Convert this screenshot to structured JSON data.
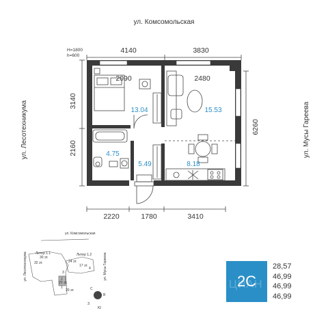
{
  "streets": {
    "top": "ул. Комсомольская",
    "left": "ул. Лесотехникума",
    "right": "ул. Мусы Гареева"
  },
  "dimensions": {
    "top_left": "4140",
    "top_right": "3830",
    "bottom_1": "2220",
    "bottom_2": "1780",
    "bottom_3": "3410",
    "left_1": "3140",
    "left_2": "2160",
    "right": "6260",
    "inner_bedroom": "2090",
    "inner_living": "2480"
  },
  "window_note": {
    "line1": "H=1800",
    "line2": "h=600"
  },
  "rooms": {
    "bedroom": "13.04",
    "living": "15.53",
    "bathroom": "4.75",
    "hall": "5.49",
    "kitchen": "8.18"
  },
  "minimap": {
    "street_top": "ул. Комсомольская",
    "street_left": "ул. Лесотехникума",
    "street_right": "ул. Мусы Гареева",
    "labels": [
      "Литер 1.1",
      "Литер 1.2",
      "30 эт.",
      "32 эт.",
      "24 эт.",
      "17 эт.",
      "3",
      "4",
      "2",
      "20 эт.",
      "1",
      "20 эт."
    ],
    "compass": [
      "С",
      "В",
      "З",
      "Ю"
    ]
  },
  "badge": {
    "label": "2С",
    "watermark": "ЦИАН"
  },
  "area_values": [
    "28,57",
    "46,99",
    "46,99",
    "46,99"
  ],
  "colors": {
    "wall": "#3a3a3a",
    "accent": "#2a8fc7",
    "highlight": "#b5b5b5"
  }
}
